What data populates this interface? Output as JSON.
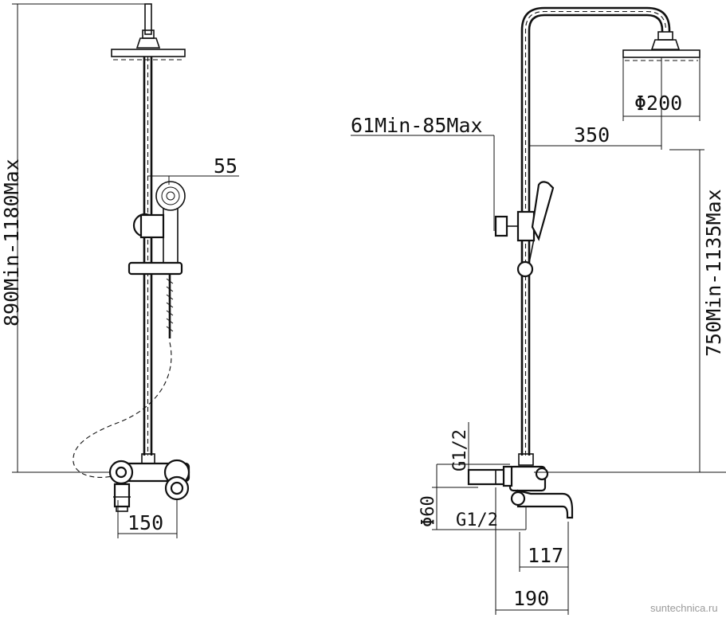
{
  "dimensions": {
    "left_height": "890Min-1180Max",
    "left_hand_shower": "55",
    "left_width": "150",
    "right_arm_offset": "61Min-85Max",
    "right_arm_length": "350",
    "head_diameter": "Φ200",
    "right_height": "750Min-1135Max",
    "inlet_top": "G1/2",
    "inlet_diameter": "Φ60",
    "inlet_bottom": "G1/2",
    "spout_reach": "117",
    "total_depth": "190"
  },
  "watermark": "suntechnica.ru"
}
